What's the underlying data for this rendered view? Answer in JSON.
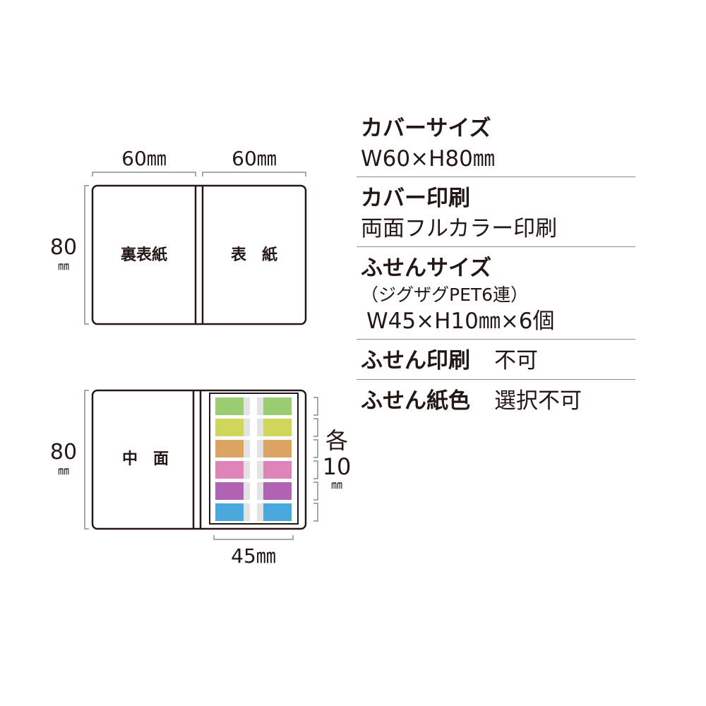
{
  "diagram": {
    "top_cover": {
      "width_left_label": "60㎜",
      "width_right_label": "60㎜",
      "height_label": "80",
      "height_unit": "㎜",
      "back_cover_label": "裏表紙",
      "front_cover_label": "表　紙"
    },
    "inside": {
      "height_label": "80",
      "height_unit": "㎜",
      "inside_label": "中　面",
      "sticky_width_label": "45㎜",
      "each_label": "各",
      "each_height_label": "10",
      "each_height_unit": "㎜",
      "sticky_colors": [
        "#9acd71",
        "#cfd65a",
        "#dba463",
        "#de84b8",
        "#b063b3",
        "#4aa8dc"
      ]
    },
    "line_color": "#231815",
    "dim_color": "#8c8c8c"
  },
  "spec": {
    "cover_size_title": "カバーサイズ",
    "cover_size_value": "W60×H80㎜",
    "cover_print_title": "カバー印刷",
    "cover_print_value": "両面フルカラー印刷",
    "sticky_size_title": "ふせんサイズ",
    "sticky_size_sub": "（ジグザグPET6連）",
    "sticky_size_value": "W45×H10㎜×6個",
    "sticky_print_title": "ふせん印刷",
    "sticky_print_value": "不可",
    "sticky_color_title": "ふせん紙色",
    "sticky_color_value": "選択不可"
  }
}
